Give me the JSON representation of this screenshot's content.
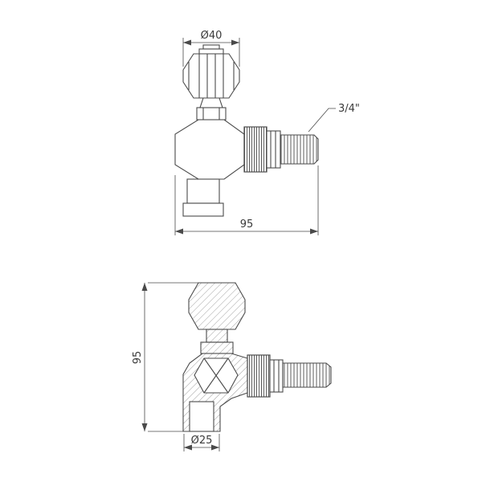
{
  "drawing": {
    "line_color": "#4a4a4a",
    "text_color": "#3a3a3a",
    "background_color": "#ffffff",
    "views": {
      "top": {
        "dim_knob_diameter": "Ø40",
        "dim_thread_size": "3/4\"",
        "dim_length": "95"
      },
      "bottom": {
        "dim_height": "95",
        "dim_outlet_diameter": "Ø25"
      }
    }
  }
}
